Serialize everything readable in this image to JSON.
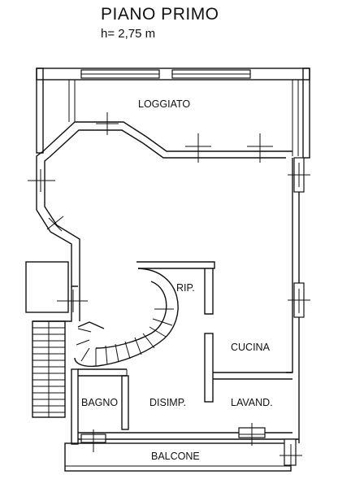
{
  "header": {
    "title": "PIANO PRIMO",
    "height_note": "h= 2,75 m"
  },
  "rooms": {
    "loggiato": "LOGGIATO",
    "rip": "RIP.",
    "cucina": "CUCINA",
    "bagno": "BAGNO",
    "disimp": "DISIMP.",
    "lavand": "LAVAND.",
    "balcone": "BALCONE"
  }
}
